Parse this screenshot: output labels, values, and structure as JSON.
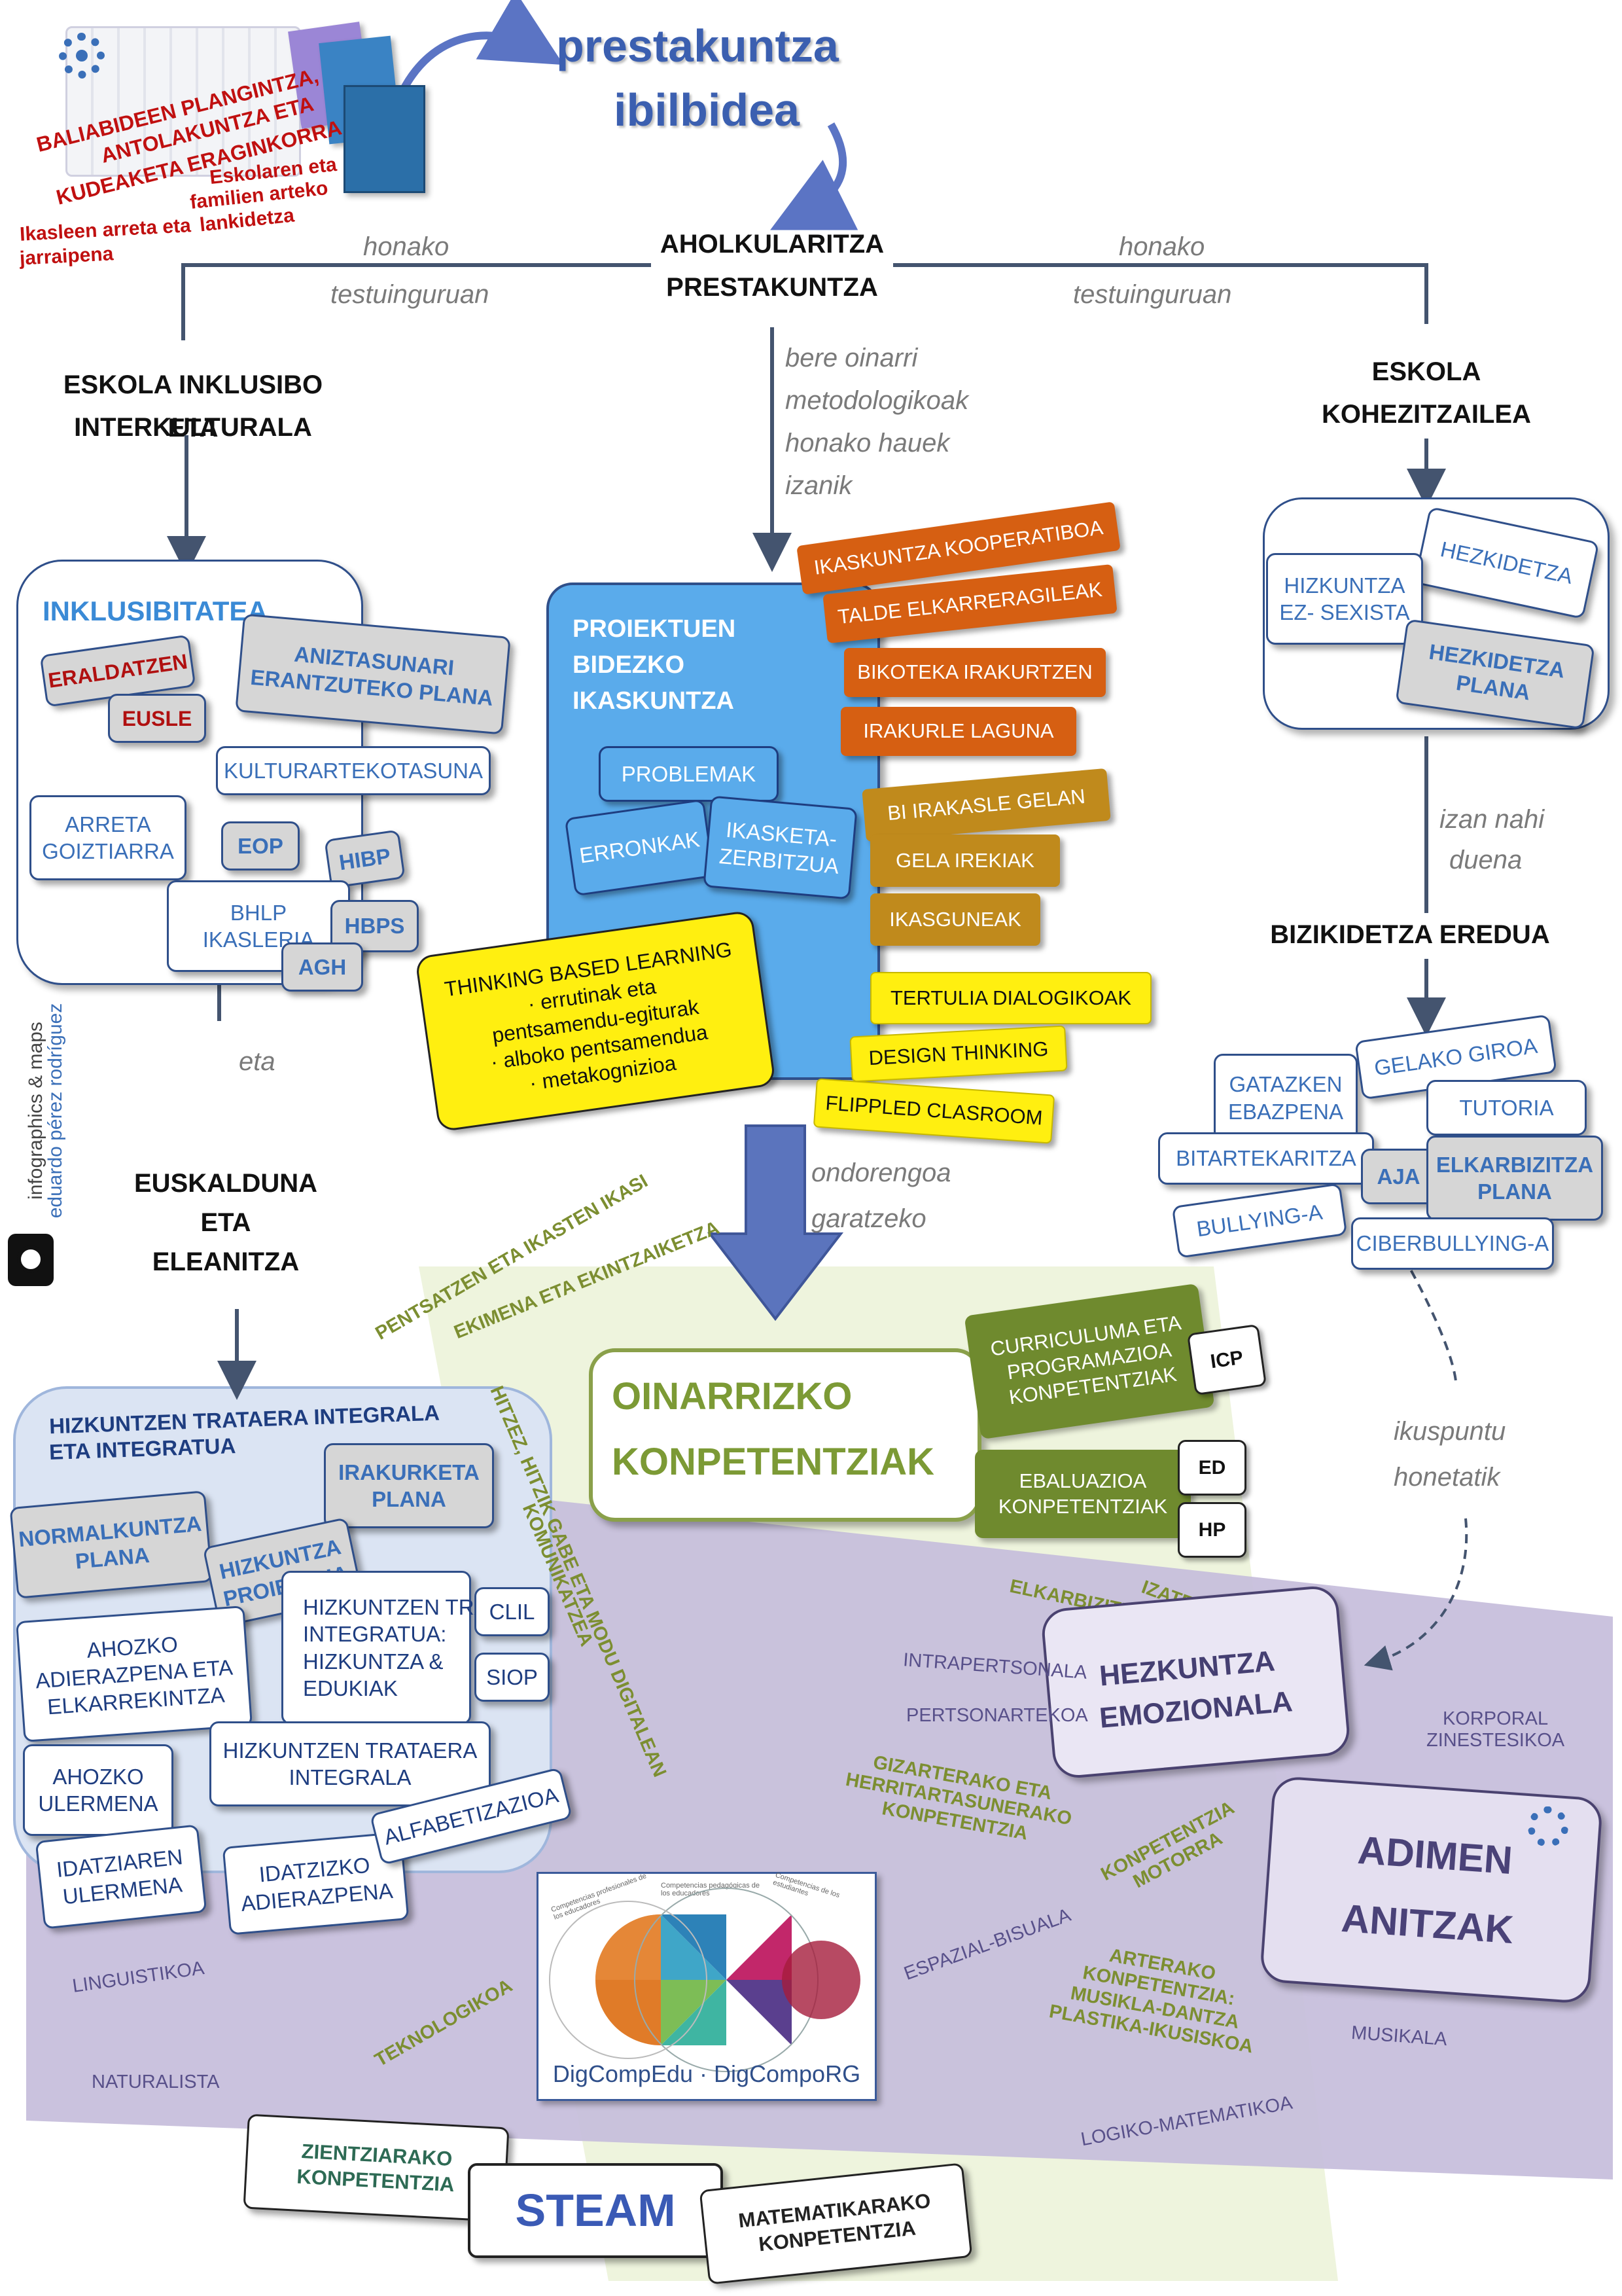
{
  "header": {
    "title_line1": "prestakuntza",
    "title_line2": "ibilbidea"
  },
  "top_left": {
    "labels": [
      "BALIABIDEEN PLANGINTZA,",
      "ANTOLAKUNTZA ETA",
      "KUDEAKETA ERAGINKORRA",
      "Eskolaren eta",
      "familien arteko",
      "lankidetza",
      "Ikasleen arreta eta",
      "jarraipena"
    ],
    "icon": "gear-icon",
    "books": "book-covers-image"
  },
  "center": {
    "title_line1": "AHOLKULARITZA",
    "title_line2": "PRESTAKUNTZA"
  },
  "connectors": {
    "left_ctx_1": "honako",
    "left_ctx_2": "testuinguruan",
    "right_ctx_1": "honako",
    "right_ctx_2": "testuinguruan",
    "method_1": "bere oinarri",
    "method_2": "metodologikoak",
    "method_3": "honako hauek",
    "method_4": "izanik",
    "eta": "eta",
    "goal_1": "ondorengoa",
    "goal_2": "garatzeko",
    "want_1": "izan nahi",
    "want_2": "duena",
    "view_1": "ikuspuntu",
    "view_2": "honetatik"
  },
  "left": {
    "heading_1": "ESKOLA INKLUSIBO ETA",
    "heading_2": "INTERKULTURALA",
    "box_title": "INKLUSIBITATEA",
    "tags": {
      "eraldatzen": "ERALDATZEN",
      "eusle": "EUSLE",
      "aniz_1": "ANIZTASUNARI",
      "aniz_2": "ERANTZUTEKO PLANA",
      "kultur": "KULTURARTEKOTASUNA",
      "arreta_1": "ARRETA",
      "arreta_2": "GOIZTIARRA",
      "eop": "EOP",
      "hibp": "HIBP",
      "bhlp_1": "BHLP",
      "bhlp_2": "IKASLERIA",
      "hbps": "HBPS",
      "agh": "AGH"
    },
    "heading2_1": "EUSKALDUNA",
    "heading2_2": "ETA",
    "heading2_3": "ELEANITZA"
  },
  "language_box": {
    "title_1": "HIZKUNTZEN TRATAERA INTEGRALA",
    "title_2": "ETA INTEGRATUA",
    "irak_1": "IRAKURKETA",
    "irak_2": "PLANA",
    "norm_1": "NORMALKUNTZA",
    "norm_2": "PLANA",
    "proi_1": "HIZKUNTZA",
    "proi_2": "PROIEKTUA",
    "ahozko_1": "AHOZKO",
    "ahozko_2": "ADIERAZPENA ETA",
    "ahozko_3": "ELKARREKINTZA",
    "trat_1": "HIZKUNTZEN TRAT",
    "trat_2": "INTEGRATUA:",
    "trat_3": "HIZKUNTZA &",
    "trat_4": "EDUKIAK",
    "clil": "CLIL",
    "siop": "SIOP",
    "uler_1": "AHOZKO",
    "uler_2": "ULERMENA",
    "integ_1": "HIZKUNTZEN TRATAERA",
    "integ_2": "INTEGRALA",
    "idatz_1": "IDATZIAREN",
    "idatz_2": "ULERMENA",
    "idadi_1": "IDATZIZKO",
    "idadi_2": "ADIERAZPENA",
    "alfa": "ALFABETIZAZIOA"
  },
  "middle": {
    "pbl_1": "PROIEKTUEN",
    "pbl_2": "BIDEZKO",
    "pbl_3": "IKASKUNTZA",
    "problemak": "PROBLEMAK",
    "erronkak": "ERRONKAK",
    "ikask_1": "IKASKETA-",
    "ikask_2": "ZERBITZUA",
    "orange": [
      "IKASKUNTZA KOOPERATIBOA",
      "TALDE ELKARRERAGILEAK",
      "BIKOTEKA IRAKURTZEN",
      "IRAKURLE LAGUNA"
    ],
    "ochre": [
      "BI IRAKASLE GELAN",
      "GELA IREKIAK",
      "IKASGUNEAK"
    ],
    "yellow": [
      "TERTULIA DIALOGIKOAK",
      "DESIGN THINKING",
      "FLIPPLED CLASROOM"
    ],
    "tbl": [
      "THINKING BASED LEARNING",
      "· errutinak eta",
      "pentsamendu-egiturak",
      "· alboko pentsamendua",
      "· metakognizioa"
    ]
  },
  "right": {
    "heading_1": "ESKOLA",
    "heading_2": "KOHEZITZAILEA",
    "hezkidetza": "HEZKIDETZA",
    "hizk_1": "HIZKUNTZA",
    "hizk_2": "EZ- SEXISTA",
    "hplan_1": "HEZKIDETZA",
    "hplan_2": "PLANA",
    "model": "BIZIKIDETZA EREDUA",
    "gataz_1": "GATAZKEN",
    "gataz_2": "EBAZPENA",
    "giroa": "GELAKO GIROA",
    "tutoria": "TUTORIA",
    "bitart": "BITARTEKARITZA",
    "aja": "AJA",
    "elkar_1": "ELKARBIZITZA",
    "elkar_2": "PLANA",
    "bullying": "BULLYING-A",
    "ciber": "CIBERBULLYING-A"
  },
  "competences": {
    "title_1": "OINARRIZKO",
    "title_2": "KONPETENTZIAK",
    "curr_1": "CURRICULUMA ETA",
    "curr_2": "PROGRAMAZIOA",
    "curr_3": "KONPETENTZIAK",
    "icp": "ICP",
    "eval_1": "EBALUAZIOA",
    "eval_2": "KONPETENTZIAK",
    "ed": "ED",
    "hp": "HP",
    "pentsatzen": "PENTSATZEN ETA IKASTEN IKASI",
    "ekimena": "EKIMENA ETA EKINTZAIKETZA",
    "hitzez_1": "HITZEZ, HITZIK GABE ETA MODU DIGITALEAN",
    "hitzez_2": "KOMUNIKATZEA",
    "elkarbizi": "ELKARBIZITZEN IKASI",
    "izaten": "IZATEN IKASI",
    "gizarte_1": "GIZARTERAKO ETA",
    "gizarte_2": "HERRITARTASUNERAKO",
    "gizarte_3": "KONPETENTZIA",
    "motor_1": "KONPETENTZIA",
    "motor_2": "MOTORRA",
    "arte_1": "ARTERAKO",
    "arte_2": "KONPETENTZIA:",
    "arte_3": "MUSIKLA-DANTZA",
    "arte_4": "PLASTIKA-IKUSISKOA",
    "teknologikoa": "TEKNOLOGIKOA"
  },
  "emotional": {
    "title_1": "HEZKUNTZA",
    "title_2": "EMOZIONALA"
  },
  "multiple": {
    "title_1": "ADIMEN",
    "title_2": "ANITZAK",
    "intra": "INTRAPERTSONALA",
    "inter": "PERTSONARTEKOA",
    "korp_1": "KORPORAL",
    "korp_2": "ZINESTESIKOA",
    "espazial": "ESPAZIAL-BISUALA",
    "musikala": "MUSIKALA",
    "logiko": "LOGIKO-MATEMATIKOA",
    "linguistikoa": "LINGUISTIKOA",
    "naturalista": "NATURALISTA"
  },
  "digcomp": {
    "caption": "DigCompEdu · DigCompoRG",
    "top_a": "Competencias profesionales de los educadores",
    "top_b": "Competencias pedagógicas de los educadores",
    "top_c": "Competencias de los estudiantes"
  },
  "steam": {
    "title": "STEAM",
    "zient_1": "ZIENTZIARAKO",
    "zient_2": "KONPETENTZIA",
    "mate_1": "MATEMATIKARAKO",
    "mate_2": "KONPETENTZIA"
  },
  "credit": {
    "line1": "infographics & maps",
    "line2": "eduardo pérez rodríguez"
  },
  "colors": {
    "navy": "#2f4f8a",
    "title_blue": "#3a6fb8",
    "red": "#b01010",
    "orange": "#d65f12",
    "ochre": "#c08a1c",
    "yellow": "#ffef10",
    "olive": "#6f8a2e",
    "purple_bg": "#c7bedb",
    "green_bg": "#eef4dd",
    "pbl_blue": "#5aabeb"
  }
}
